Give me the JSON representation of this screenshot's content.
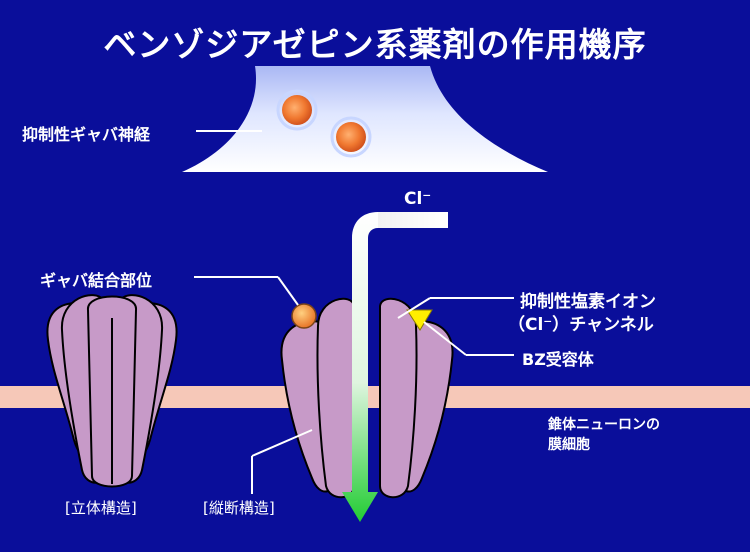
{
  "title": "ベンゾジアゼピン系薬剤の作用機序",
  "labels": {
    "inhibitory_neuron": "抑制性ギャバ神経",
    "gaba_binding_site": "ギャバ結合部位",
    "chloride_channel_line1": "抑制性塩素イオン",
    "chloride_channel_line2": "（Cl⁻）チャンネル",
    "bz_receptor": "BZ受容体",
    "membrane_line1": "錐体ニューロンの",
    "membrane_line2": "膜細胞",
    "view_3d": "[立体構造]",
    "view_section": "[縦断構造]",
    "chloride_ion": "Cl⁻"
  },
  "colors": {
    "background": "#0a0e9a",
    "neuron": "#e6ecff",
    "membrane": "#f6c8b8",
    "receptor": "#c79ac8",
    "vesicle": "#f07830",
    "bz_marker": "#ffee00",
    "arrow_start": "#ffffff",
    "arrow_end": "#22cc33"
  }
}
